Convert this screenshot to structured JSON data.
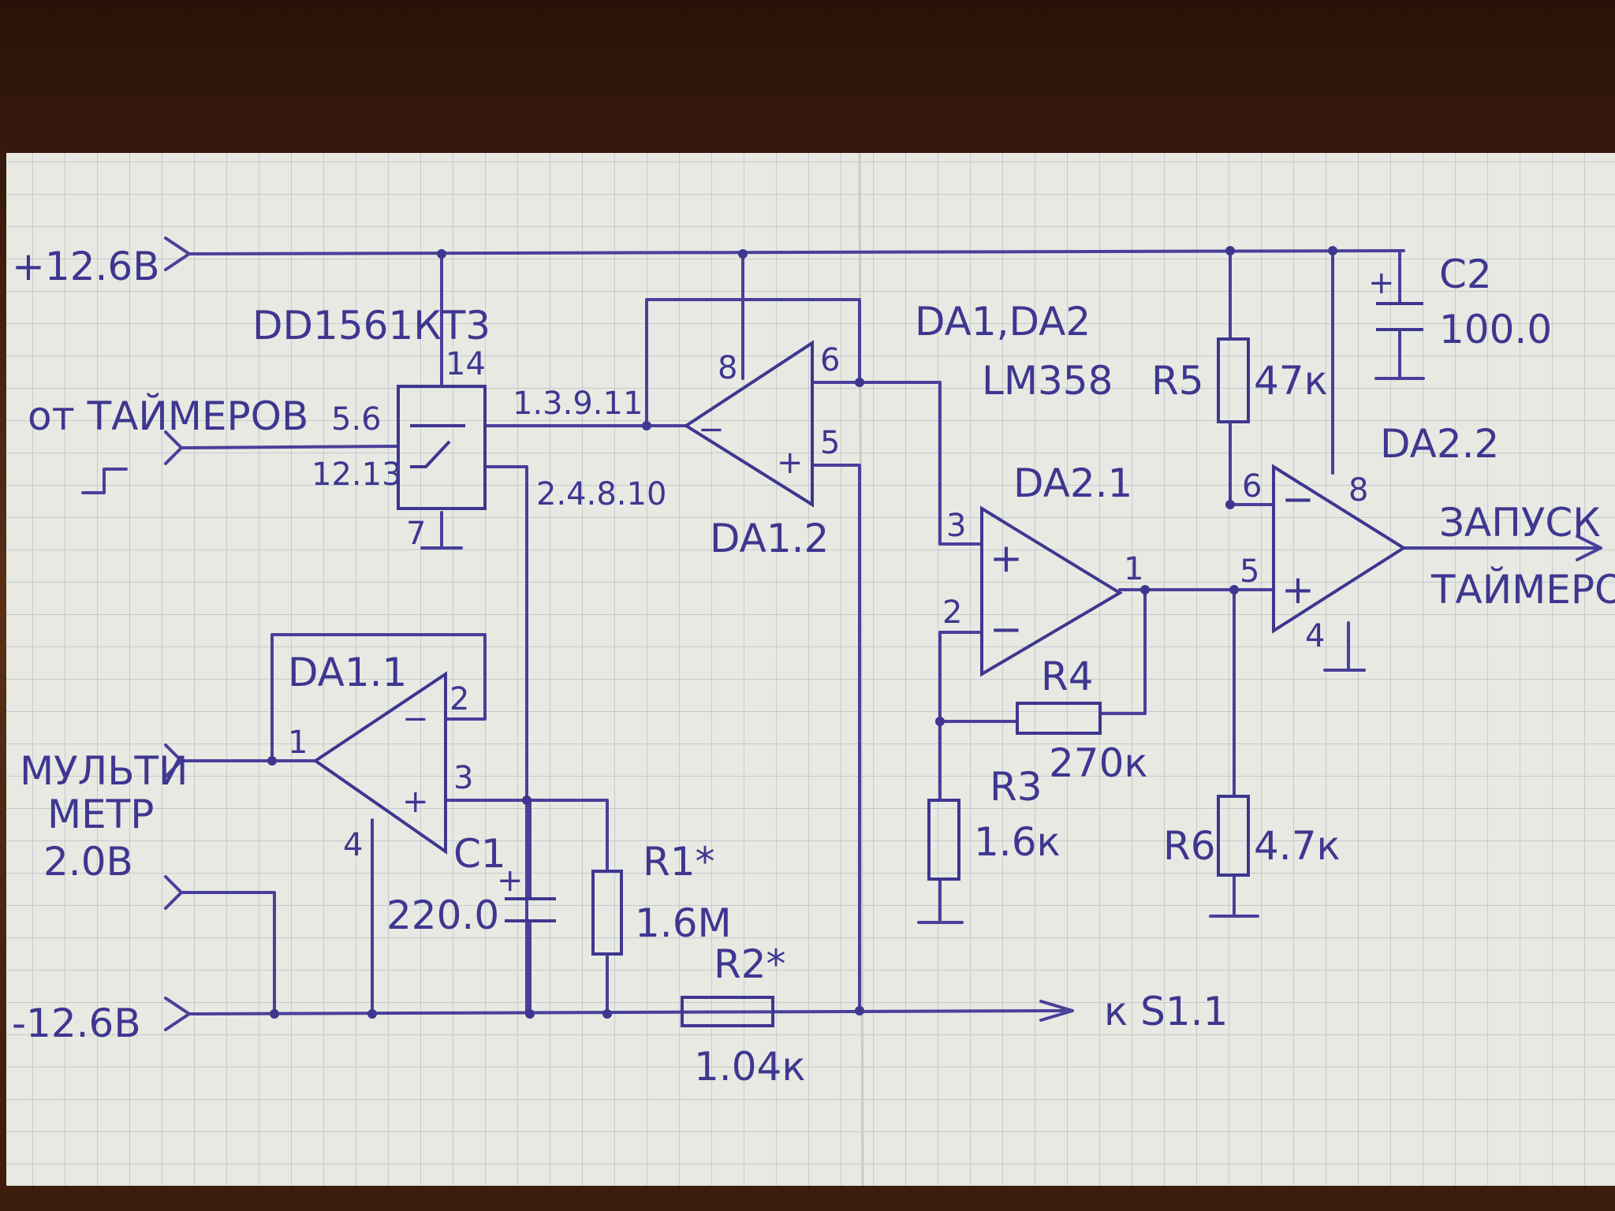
{
  "colors": {
    "desk": "#3a1d0e",
    "paper": "#e7e9e2",
    "grid": "#b9bfca",
    "ink": "#3f3690"
  },
  "labels": {
    "supply_pos": "+12.6В",
    "supply_neg": "-12.6В",
    "chip": "DD1561КТ3",
    "pin14": "14",
    "from_timers": "от ТАЙМЕРОВ",
    "pins_56": "5.6",
    "pins_1213": "12.13",
    "pin7": "7",
    "pins_13911": "1.3.9.11",
    "pins_24810": "2.4.8.10",
    "da1_1": "DA1.1",
    "da1_1_pin1": "1",
    "da1_1_pin2": "2",
    "da1_1_pin3": "3",
    "da1_1_pin4": "4",
    "multimeter_1": "МУЛЬТИ",
    "multimeter_2": "МЕТР",
    "multimeter_3": "2.0В",
    "c1": "C1",
    "c1_val": "220.0",
    "r1": "R1*",
    "r1_val": "1.6М",
    "r2": "R2*",
    "r2_val": "1.04к",
    "ks11": "к S1.1",
    "da1_2": "DA1.2",
    "da1_2_pin8": "8",
    "da1_2_pin6": "6",
    "da1_2_pin5": "5",
    "opamp_note_1": "DA1,DA2",
    "opamp_note_2": "LM358",
    "da2_1": "DA2.1",
    "da2_1_pin3": "3",
    "da2_1_pin2": "2",
    "da2_1_pin1": "1",
    "r4": "R4",
    "r4_val": "270к",
    "r3": "R3",
    "r3_val": "1.6к",
    "r5": "R5",
    "r5_val": "47к",
    "r6": "R6",
    "r6_val": "4.7к",
    "c2": "C2",
    "c2_val": "100.0",
    "da2_2": "DA2.2",
    "da2_2_pin6": "6",
    "da2_2_pin5": "5",
    "da2_2_pin8": "8",
    "da2_2_pin4": "4",
    "start_1": "ЗАПУСК",
    "start_2": "ТАЙМЕРОВ",
    "plus": "+",
    "minus": "−"
  }
}
